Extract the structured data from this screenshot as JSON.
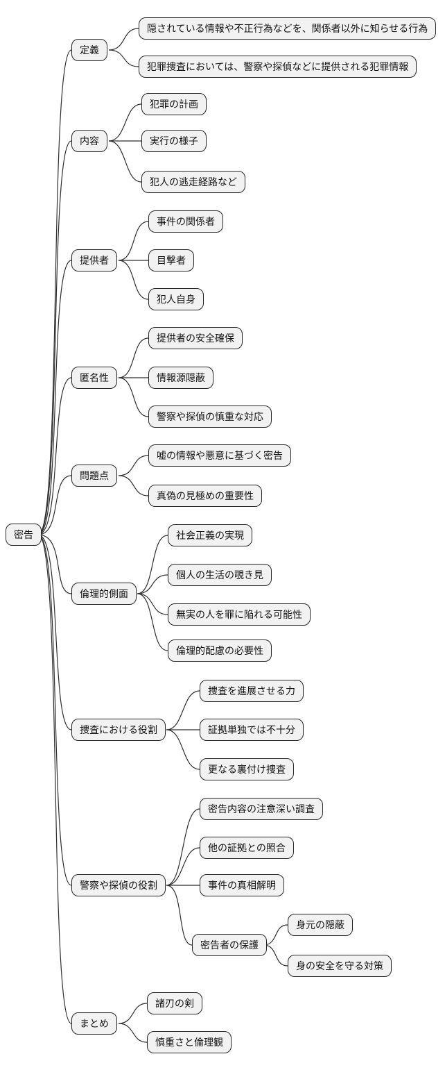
{
  "mindmap": {
    "title": "密告 mind map",
    "colors": {
      "background": "#ffffff",
      "node_fill": "#f2f2f2",
      "node_border": "#262626",
      "edge": "#2e2e2e",
      "text": "#111111"
    },
    "root": {
      "label": "密告"
    },
    "branches": [
      {
        "label": "定義",
        "children": [
          {
            "label": "隠されている情報や不正行為などを、関係者以外に知らせる行為"
          },
          {
            "label": "犯罪捜査においては、警察や探偵などに提供される犯罪情報"
          }
        ]
      },
      {
        "label": "内容",
        "children": [
          {
            "label": "犯罪の計画"
          },
          {
            "label": "実行の様子"
          },
          {
            "label": "犯人の逃走経路など"
          }
        ]
      },
      {
        "label": "提供者",
        "children": [
          {
            "label": "事件の関係者"
          },
          {
            "label": "目撃者"
          },
          {
            "label": "犯人自身"
          }
        ]
      },
      {
        "label": "匿名性",
        "children": [
          {
            "label": "提供者の安全確保"
          },
          {
            "label": "情報源隠蔽"
          },
          {
            "label": "警察や探偵の慎重な対応"
          }
        ]
      },
      {
        "label": "問題点",
        "children": [
          {
            "label": "嘘の情報や悪意に基づく密告"
          },
          {
            "label": "真偽の見極めの重要性"
          }
        ]
      },
      {
        "label": "倫理的側面",
        "children": [
          {
            "label": "社会正義の実現"
          },
          {
            "label": "個人の生活の覗き見"
          },
          {
            "label": "無実の人を罪に陥れる可能性"
          },
          {
            "label": "倫理的配慮の必要性"
          }
        ]
      },
      {
        "label": "捜査における役割",
        "children": [
          {
            "label": "捜査を進展させる力"
          },
          {
            "label": "証拠単独では不十分"
          },
          {
            "label": "更なる裏付け捜査"
          }
        ]
      },
      {
        "label": "警察や探偵の役割",
        "children": [
          {
            "label": "密告内容の注意深い調査"
          },
          {
            "label": "他の証拠との照合"
          },
          {
            "label": "事件の真相解明"
          },
          {
            "label": "密告者の保護",
            "children": [
              {
                "label": "身元の隠蔽"
              },
              {
                "label": "身の安全を守る対策"
              }
            ]
          }
        ]
      },
      {
        "label": "まとめ",
        "children": [
          {
            "label": "諸刃の剣"
          },
          {
            "label": "慎重さと倫理観"
          }
        ]
      }
    ]
  }
}
